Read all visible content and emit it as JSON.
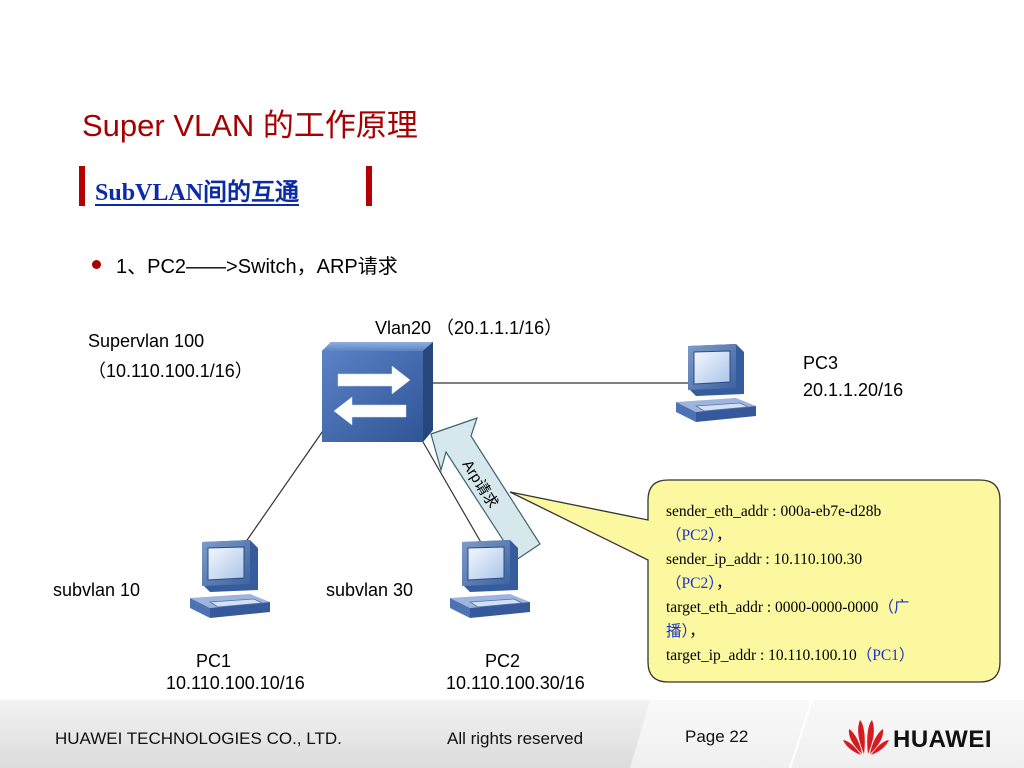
{
  "title": "Super VLAN 的工作原理",
  "subtitle": "SubVLAN间的互通",
  "bullet": "1、PC2——>Switch，ARP请求",
  "switch_labels": {
    "vlan20": "Vlan20 （20.1.1.1/16）",
    "supervlan_line1": "Supervlan  100",
    "supervlan_line2": "（10.110.100.1/16）"
  },
  "pc3": {
    "name": "PC3",
    "ip": "20.1.1.20/16"
  },
  "pc1": {
    "name": "PC1",
    "ip": "10.110.100.10/16",
    "subvlan": "subvlan 10"
  },
  "pc2": {
    "name": "PC2",
    "ip": "10.110.100.30/16",
    "subvlan": "subvlan 30"
  },
  "arrow_label": "Arp请求",
  "callout": {
    "line1": "sender_eth_addr : 000a-eb7e-d28b",
    "line2_pc": "（PC2）",
    "line2_tail": "，",
    "line3": " sender_ip_addr : 10.110.100.30",
    "line4_pc": "（PC2）",
    "line4_tail": "，",
    "line5_a": " target_eth_addr : 0000-0000-0000",
    "line5_b": "（广",
    "line6_a": "播）",
    "line6_tail": "，",
    "line7_a": "target_ip_addr : 10.110.100.10",
    "line7_b": "（PC1）"
  },
  "footer": {
    "company": "HUAWEI TECHNOLOGIES CO., LTD.",
    "rights": "All rights reserved",
    "page": "Page 22",
    "logo": "HUAWEI"
  },
  "colors": {
    "title": "#a60000",
    "subtitle": "#0a2aa8",
    "switch_blue": "#3a62a8",
    "callout_fill": "#fbf8a0",
    "arrow_fill": "#d6e8ec",
    "logo_red": "#d71920"
  }
}
